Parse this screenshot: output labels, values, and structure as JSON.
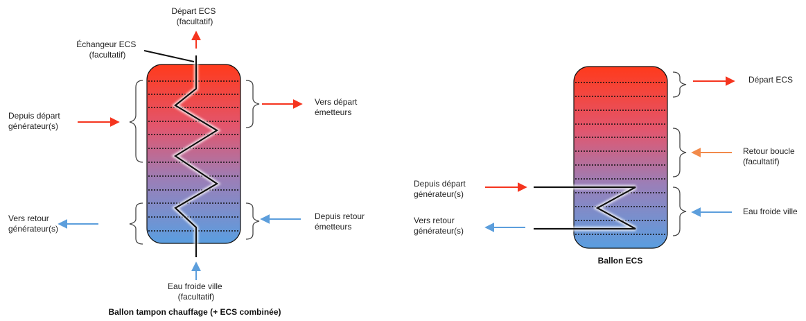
{
  "colors": {
    "hot": "#f5341e",
    "cold": "#5c9edc",
    "orange": "#f28a4a",
    "coil": "#111111",
    "brace": "#444444"
  },
  "left_tank": {
    "title": "Ballon tampon chauffage (+ ECS combinée)",
    "depart_ecs": [
      "Départ ECS",
      "(facultatif)"
    ],
    "echangeur": [
      "Échangeur ECS",
      "(facultatif)"
    ],
    "depuis_depart": [
      "Depuis départ",
      "générateur(s)"
    ],
    "vers_depart": [
      "Vers départ",
      "émetteurs"
    ],
    "vers_retour": [
      "Vers retour",
      "générateur(s)"
    ],
    "depuis_retour": [
      "Depuis retour",
      "émetteurs"
    ],
    "eau_froide": [
      "Eau froide ville",
      "(facultatif)"
    ]
  },
  "right_tank": {
    "title": "Ballon ECS",
    "depart_ecs": "Départ ECS",
    "retour_boucle": [
      "Retour boucle",
      "(facultatif)"
    ],
    "eau_froide": "Eau froide ville",
    "depuis_depart": [
      "Depuis départ",
      "générateur(s)"
    ],
    "vers_retour": [
      "Vers retour",
      "générateur(s)"
    ]
  }
}
